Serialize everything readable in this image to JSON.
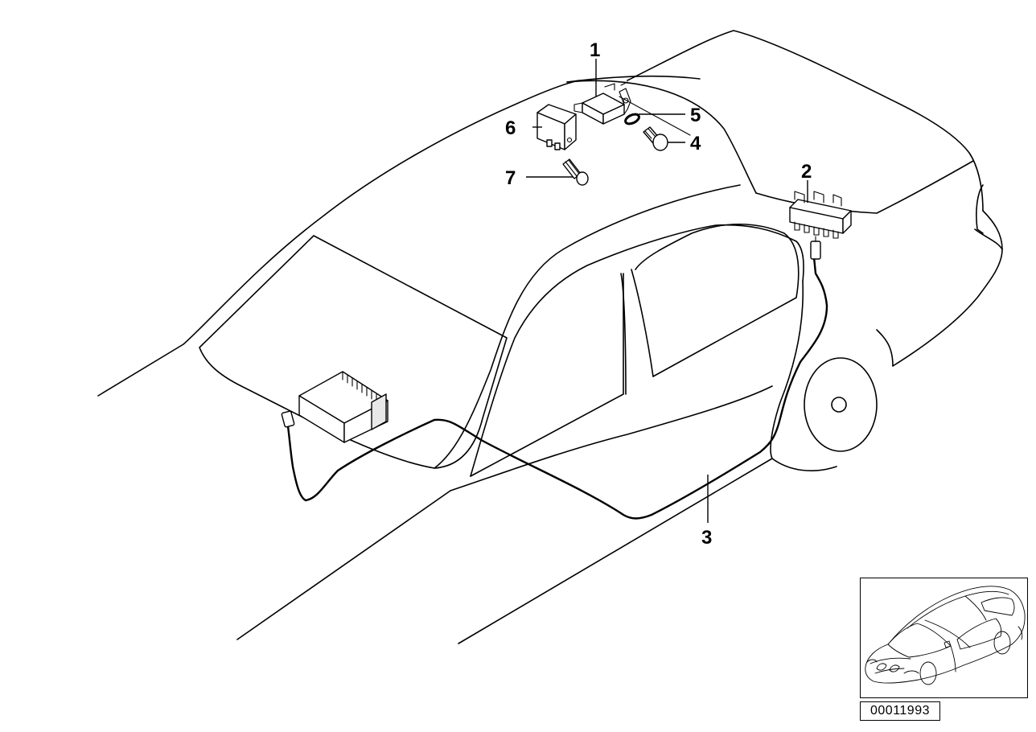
{
  "callouts": [
    {
      "id": "1",
      "label": "1"
    },
    {
      "id": "2",
      "label": "2"
    },
    {
      "id": "3",
      "label": "3"
    },
    {
      "id": "4",
      "label": "4"
    },
    {
      "id": "5",
      "label": "5"
    },
    {
      "id": "6",
      "label": "6"
    },
    {
      "id": "7",
      "label": "7"
    }
  ],
  "reference_number": "00011993",
  "icons": {
    "thumbnail": "car-overview-icon"
  }
}
